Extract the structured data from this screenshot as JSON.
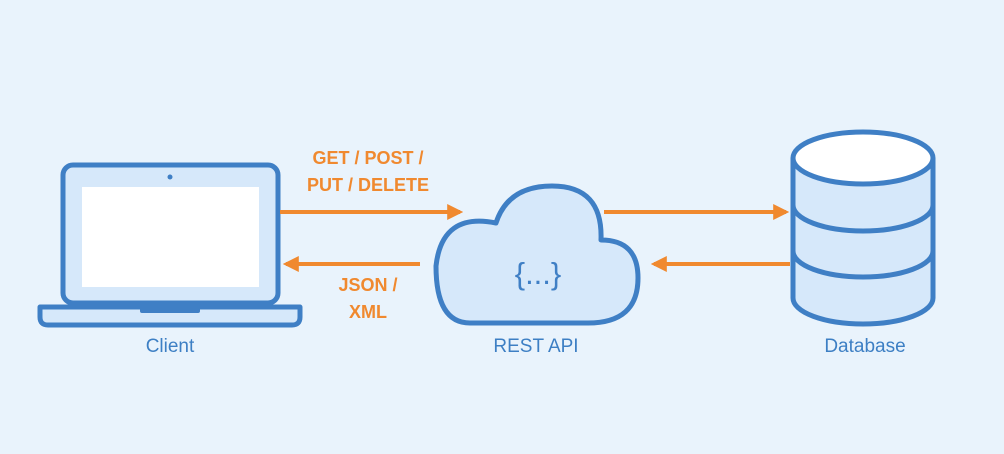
{
  "nodes": {
    "client": {
      "label": "Client",
      "icon": "laptop-icon"
    },
    "api": {
      "label": "REST API",
      "icon": "cloud-icon",
      "symbol": "{...}"
    },
    "database": {
      "label": "Database",
      "icon": "database-icon"
    }
  },
  "edges": {
    "request": {
      "line1": "GET / POST /",
      "line2": "PUT / DELETE"
    },
    "response": {
      "line1": "JSON /",
      "line2": "XML"
    }
  },
  "colors": {
    "background": "#e9f3fc",
    "stroke": "#3f7fc5",
    "fill": "#d6e8fa",
    "accent": "#f0892f",
    "label": "#3d7fc4"
  }
}
